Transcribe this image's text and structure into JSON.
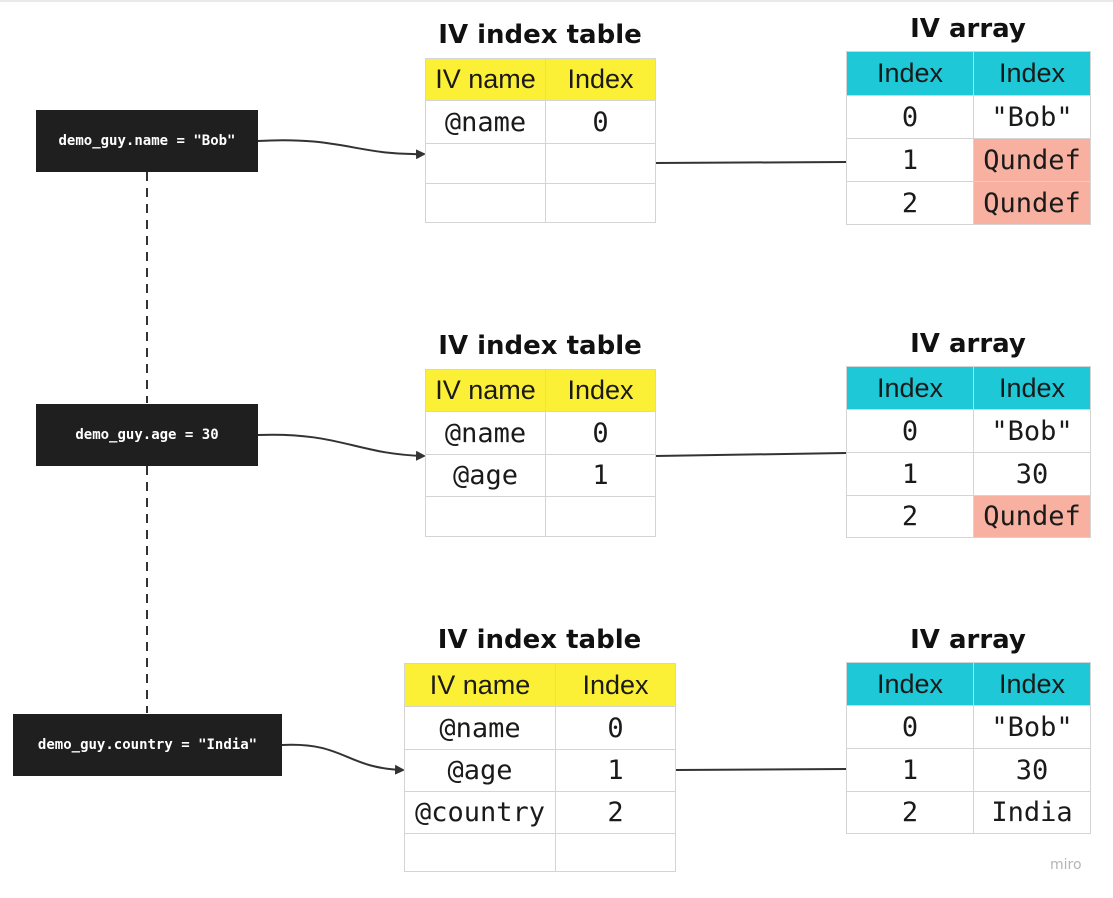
{
  "colors": {
    "code_box_bg": "#1f1f1f",
    "index_header": "#fcf037",
    "array_header": "#1ec8d6",
    "undef_cell": "#f8b1a0",
    "connector": "#333333"
  },
  "statements": [
    {
      "code": "demo_guy.name = \"Bob\""
    },
    {
      "code": "demo_guy.age = 30"
    },
    {
      "code": "demo_guy.country = \"India\""
    }
  ],
  "index_tables": [
    {
      "title": "IV index table",
      "headers": [
        "IV name",
        "Index"
      ],
      "rows": [
        [
          "@name",
          "0"
        ],
        [
          "",
          ""
        ],
        [
          "",
          ""
        ]
      ]
    },
    {
      "title": "IV index table",
      "headers": [
        "IV name",
        "Index"
      ],
      "rows": [
        [
          "@name",
          "0"
        ],
        [
          "@age",
          "1"
        ],
        [
          "",
          ""
        ]
      ]
    },
    {
      "title": "IV index table",
      "headers": [
        "IV name",
        "Index"
      ],
      "rows": [
        [
          "@name",
          "0"
        ],
        [
          "@age",
          "1"
        ],
        [
          "@country",
          "2"
        ],
        [
          "",
          ""
        ]
      ]
    }
  ],
  "iv_arrays": [
    {
      "title": "IV array",
      "headers": [
        "Index",
        "Index"
      ],
      "rows": [
        {
          "index": "0",
          "value": "\"Bob\"",
          "undef": false
        },
        {
          "index": "1",
          "value": "Qundef",
          "undef": true
        },
        {
          "index": "2",
          "value": "Qundef",
          "undef": true
        }
      ]
    },
    {
      "title": "IV array",
      "headers": [
        "Index",
        "Index"
      ],
      "rows": [
        {
          "index": "0",
          "value": "\"Bob\"",
          "undef": false
        },
        {
          "index": "1",
          "value": "30",
          "undef": false
        },
        {
          "index": "2",
          "value": "Qundef",
          "undef": true
        }
      ]
    },
    {
      "title": "IV array",
      "headers": [
        "Index",
        "Index"
      ],
      "rows": [
        {
          "index": "0",
          "value": "\"Bob\"",
          "undef": false
        },
        {
          "index": "1",
          "value": "30",
          "undef": false
        },
        {
          "index": "2",
          "value": "India",
          "undef": false
        }
      ]
    }
  ],
  "watermark": "miro"
}
